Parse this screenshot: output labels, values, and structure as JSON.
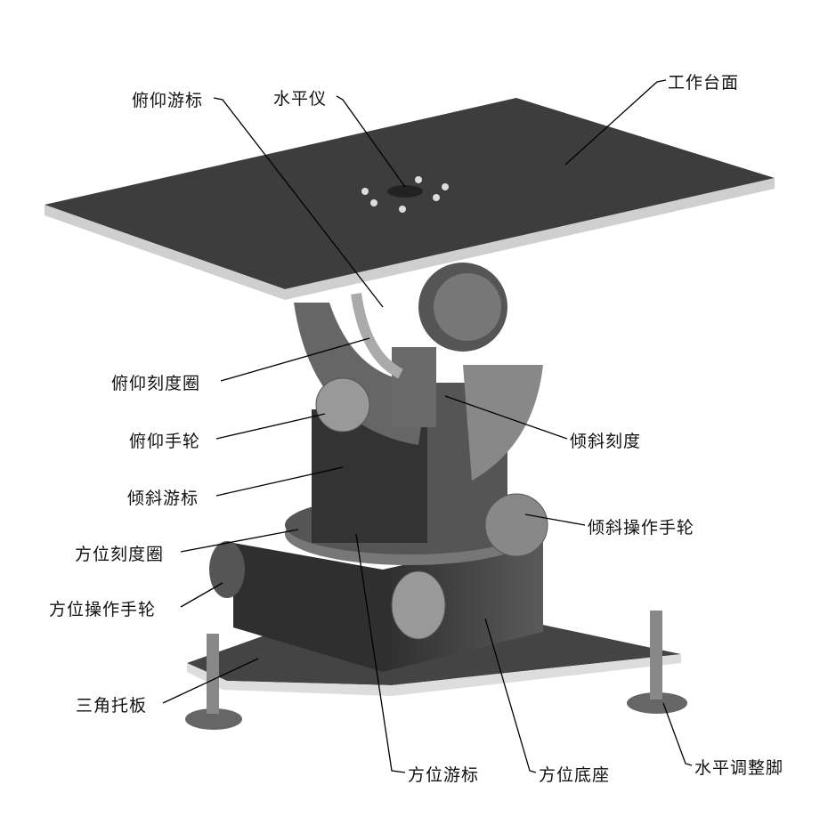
{
  "labels": {
    "pitch_vernier": "俯仰游标",
    "level": "水平仪",
    "work_table": "工作台面",
    "pitch_scale_ring": "俯仰刻度圈",
    "tilt_scale": "倾斜刻度",
    "pitch_handwheel": "俯仰手轮",
    "tilt_vernier": "倾斜游标",
    "tilt_handwheel": "倾斜操作手轮",
    "azimuth_scale_ring": "方位刻度圈",
    "azimuth_handwheel": "方位操作手轮",
    "triangle_plate": "三角托板",
    "azimuth_vernier": "方位游标",
    "azimuth_base": "方位底座",
    "leveling_foot": "水平调整脚"
  },
  "colors": {
    "dark": "#3a3a3a",
    "mid": "#6b6b6b",
    "light": "#bdbdbd",
    "line": "#000000"
  }
}
